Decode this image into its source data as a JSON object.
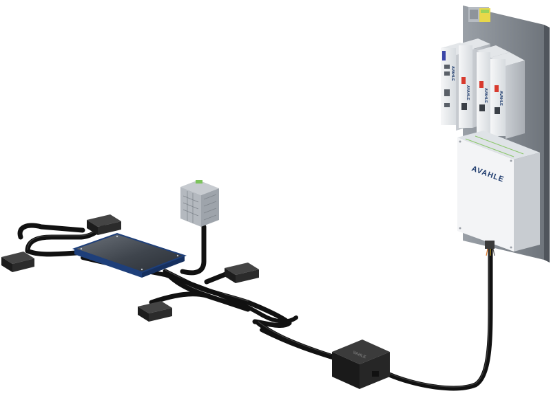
{
  "brand": {
    "name": "VAHLE",
    "logo_mark": "A",
    "logo_text": "AVAHLE"
  },
  "colors": {
    "background": "#ffffff",
    "cable": "#111111",
    "charging_pad": "#1e3f7a",
    "cabinet_panel": "#e9ecef",
    "wall_plate": "#8a8f96",
    "terminal_green": "#9bd35a",
    "terminal_yellow": "#e8d84a",
    "status_red": "#d83a2e"
  },
  "components": [
    {
      "name": "wall-cabinet",
      "type": "control-cabinet"
    },
    {
      "name": "inverter-modules",
      "count": 4
    },
    {
      "name": "power-supply-box",
      "type": "enclosure"
    },
    {
      "name": "charging-pad",
      "type": "inductive-pad"
    },
    {
      "name": "sensor-boxes",
      "count": 4
    },
    {
      "name": "din-rail-power-supply",
      "type": "psu"
    },
    {
      "name": "junction-box",
      "type": "distribution-box"
    }
  ]
}
